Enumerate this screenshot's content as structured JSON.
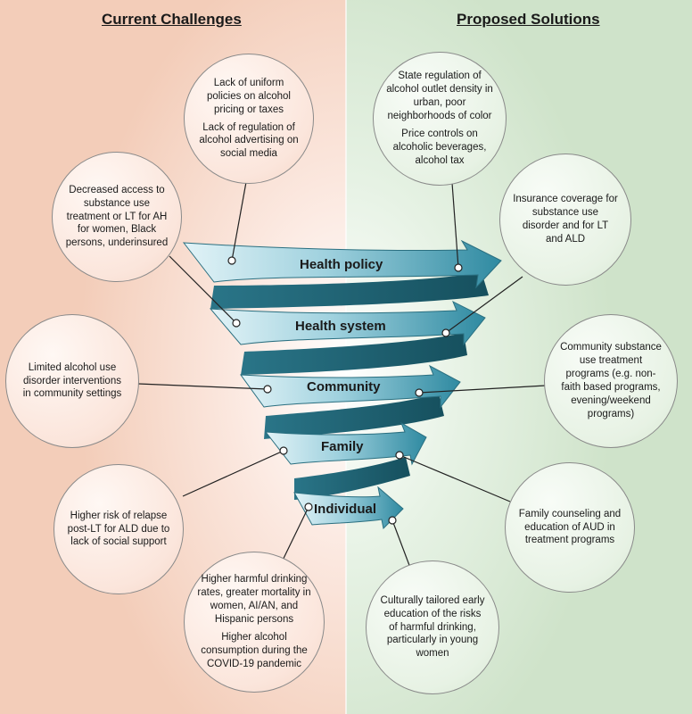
{
  "headings": {
    "left": "Current Challenges",
    "right": "Proposed Solutions"
  },
  "levels": [
    "Health policy",
    "Health system",
    "Community",
    "Family",
    "Individual"
  ],
  "challenges": [
    {
      "lines": [
        "Lack of uniform policies on alcohol pricing or taxes",
        "Lack of regulation of alcohol advertising on social media"
      ]
    },
    {
      "lines": [
        "Decreased access to substance use treatment or LT for AH for women, Black persons, underinsured"
      ]
    },
    {
      "lines": [
        "Limited alcohol use disorder interventions in community settings"
      ]
    },
    {
      "lines": [
        "Higher risk of relapse post-LT for ALD due to lack of social support"
      ]
    },
    {
      "lines": [
        "Higher harmful drinking rates, greater mortality in women, AI/AN, and Hispanic persons",
        "Higher alcohol consumption during the COVID-19 pandemic"
      ]
    }
  ],
  "solutions": [
    {
      "lines": [
        "State regulation of alcohol outlet density in urban, poor neighborhoods of color",
        "Price controls on alcoholic beverages, alcohol tax"
      ]
    },
    {
      "lines": [
        "Insurance coverage for substance use disorder and for LT and ALD"
      ]
    },
    {
      "lines": [
        "Community substance use treatment programs (e.g. non-faith based programs, evening/weekend programs)"
      ]
    },
    {
      "lines": [
        "Family counseling and education of AUD in treatment programs"
      ]
    },
    {
      "lines": [
        "Culturally tailored early education of the risks of harmful drinking, particularly in young women"
      ]
    }
  ],
  "colors": {
    "ribbon_front_light": "#d8eef4",
    "ribbon_front_dark": "#3a8fa6",
    "ribbon_back": "#1f6577",
    "challenge_bg": "#fbe5db",
    "solution_bg": "#e7f2e4",
    "connector": "#222222"
  }
}
